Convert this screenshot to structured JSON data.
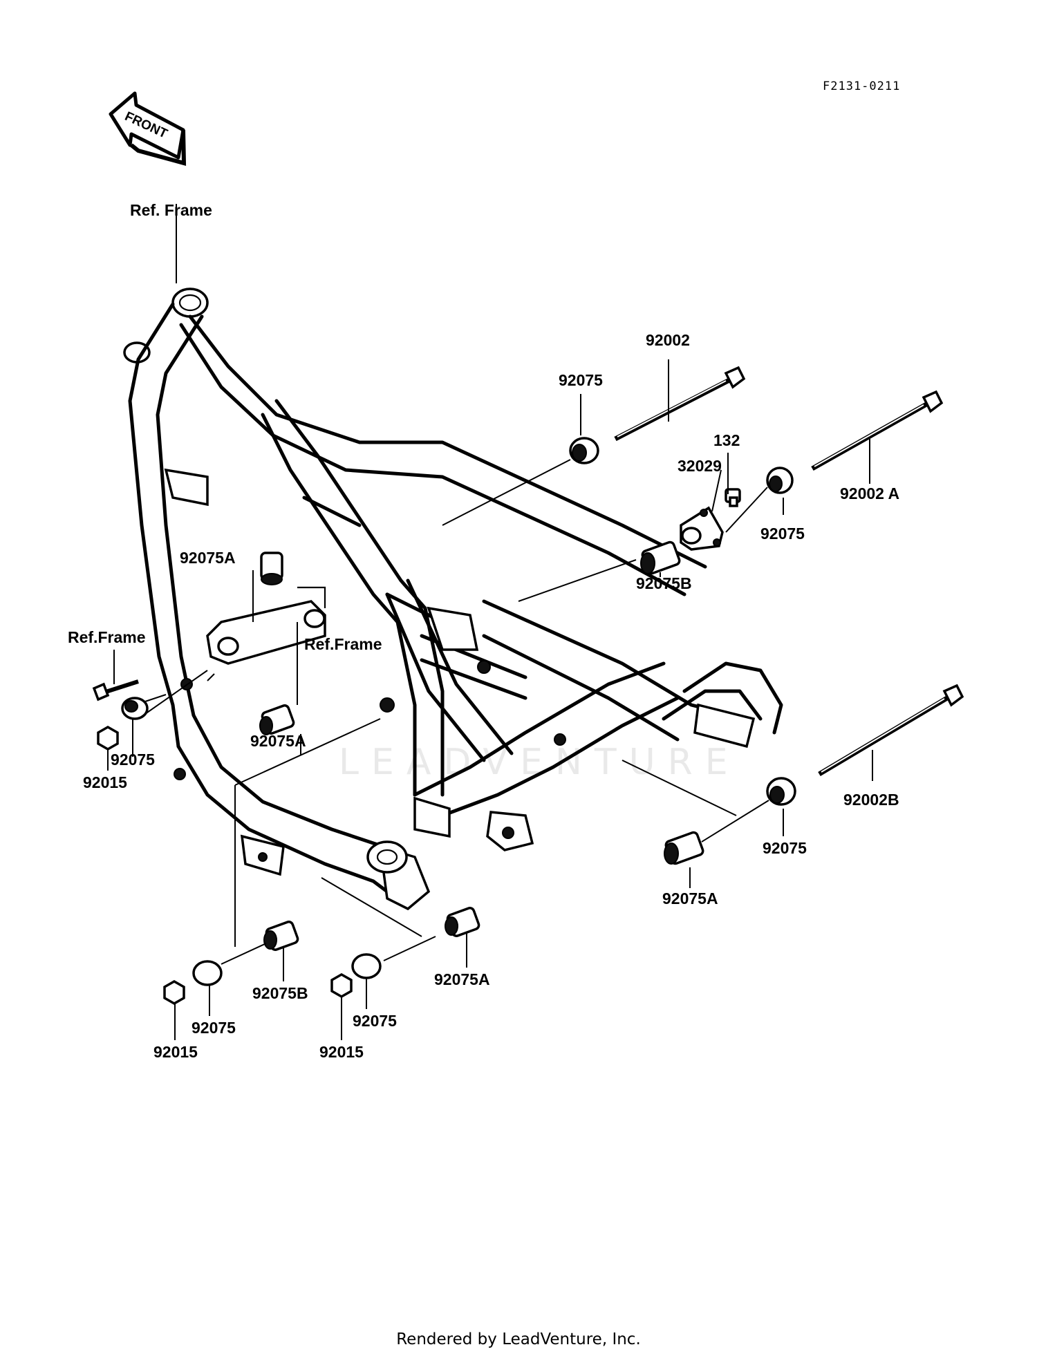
{
  "diagram_code": "F2131-0211",
  "front_arrow_label": "FRONT",
  "watermark": "LEADVENTURE",
  "footer": "Rendered by LeadVenture, Inc.",
  "labels": {
    "ref_frame_top": "Ref. Frame",
    "ref_frame_left": "Ref.Frame",
    "ref_frame_mid": "Ref.Frame",
    "p92002": "92002",
    "p92002a": "92002 A",
    "p92002b": "92002B",
    "p132": "132",
    "p32029": "32029",
    "p92075_top": "92075",
    "p92075_right_top": "92075",
    "p92075_right_mid": "92075",
    "p92075_left": "92075",
    "p92075_bl": "92075",
    "p92075_bm": "92075",
    "p92075a_left_top": "92075A",
    "p92075a_left_mid": "92075A",
    "p92075a_right": "92075A",
    "p92075a_bottom": "92075A",
    "p92075b_top": "92075B",
    "p92075b_bottom": "92075B",
    "p92015_left": "92015",
    "p92015_bl": "92015",
    "p92015_bm": "92015"
  }
}
